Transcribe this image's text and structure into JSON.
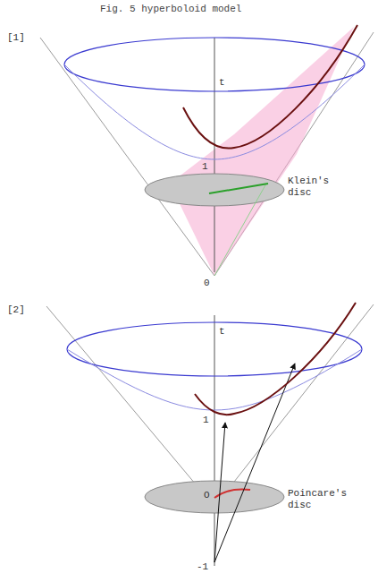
{
  "diagram": {
    "title": "Fig. 5 hyperboloid model",
    "labels": [
      "[1]",
      "t",
      "1",
      "Klein's disc",
      "0",
      "[2]",
      "t",
      "1",
      "Poincare's disc",
      "O",
      "-1"
    ]
  }
}
